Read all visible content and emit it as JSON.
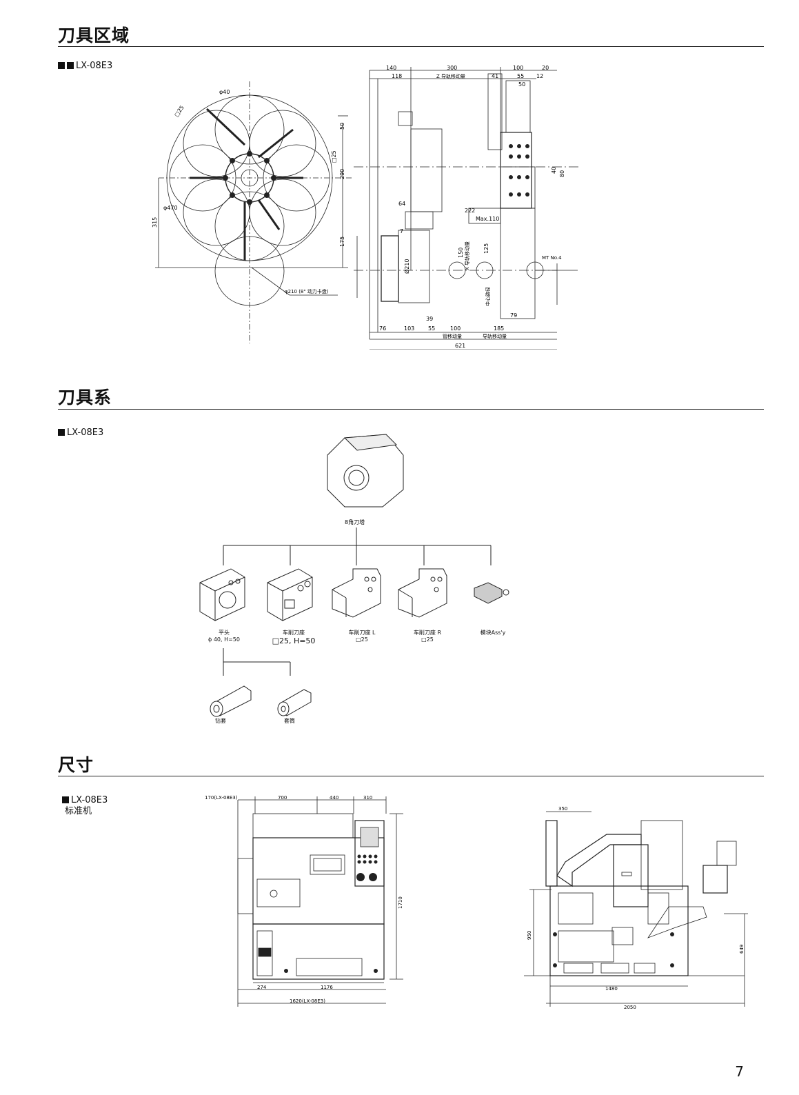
{
  "sections": {
    "tool_area": {
      "title": "刀具区域",
      "model_label": "LX-08E3",
      "labels": {
        "phi40": "φ40",
        "sq25a": "□25",
        "d50": "50",
        "sq25b": "□25",
        "d290": "290",
        "phi470": "φ470",
        "d315": "315",
        "d175": "175",
        "chuck": "φ210 (8\" 动力卡盘)",
        "t140": "140",
        "t300": "300",
        "t100": "100",
        "t20": "20",
        "t118": "118",
        "z_travel": "Z 导轨移动量",
        "t41": "41",
        "t55": "55",
        "t12": "12",
        "t50": "50",
        "t40": "40",
        "t80": "80",
        "t64": "64",
        "t222": "222",
        "max110": "Max.110",
        "t7": "7",
        "d210": "Ø210",
        "x_travel": "X 导轨移动量",
        "t150": "150",
        "t125": "125",
        "center": "中心路径",
        "mt": "MT No.4",
        "t79": "79",
        "b76": "76",
        "b103": "103",
        "b39": "39",
        "b55": "55",
        "b100": "100",
        "b185": "185",
        "tube": "管移动量",
        "rail": "导轨移动量",
        "b621": "621"
      }
    },
    "tooling_system": {
      "title": "刀具系",
      "model_label": "LX-08E3",
      "turret_label": "8角刀塔",
      "holders": [
        {
          "name": "平头",
          "spec": "ϕ 40, H=50"
        },
        {
          "name": "车削刀座",
          "spec": "□25, H=50"
        },
        {
          "name": "车削刀座 L",
          "spec": "□25"
        },
        {
          "name": "车削刀座 R",
          "spec": "□25"
        },
        {
          "name": "模块Ass'y",
          "spec": ""
        }
      ],
      "sleeves": [
        {
          "name": "钻套"
        },
        {
          "name": "套筒"
        }
      ]
    },
    "dimensions": {
      "title": "尺寸",
      "model_label": "LX-08E3",
      "model_note": "标准机",
      "front": {
        "w170": "170(LX-08E3)",
        "w700": "700",
        "w440": "440",
        "w310": "310",
        "h1710": "1710",
        "w274": "274",
        "w1176": "1176",
        "w1620": "1620(LX-08E3)"
      },
      "side": {
        "w350": "350",
        "h950": "950",
        "h649": "649",
        "w1480": "1480",
        "w2050": "2050"
      }
    }
  },
  "page_number": "7"
}
